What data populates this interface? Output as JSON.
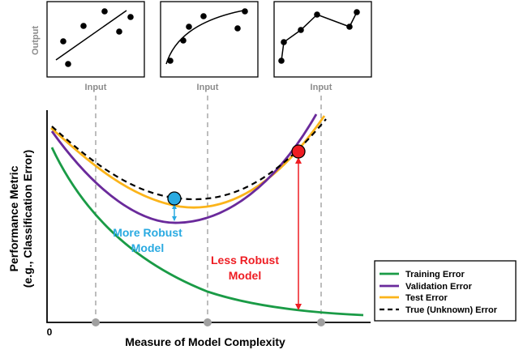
{
  "insets": {
    "y_label": "Output",
    "x_labels": [
      "Input",
      "Input",
      "Input"
    ]
  },
  "main": {
    "y_label_line1": "Performance Metric",
    "y_label_line2": "(e.g., Classification Error)",
    "x_label": "Measure of Model Complexity",
    "origin_label": "0"
  },
  "annotations": {
    "robust_line1": "More Robust",
    "robust_line2": "Model",
    "robust_color": "#29aae1",
    "less_robust_line1": "Less Robust",
    "less_robust_line2": "Model",
    "less_robust_color": "#ee1d23"
  },
  "legend": {
    "items": [
      {
        "label": "Training Error",
        "color": "#1a9b46",
        "style": "solid"
      },
      {
        "label": "Validation Error",
        "color": "#6a2a9b",
        "style": "solid"
      },
      {
        "label": "Test Error",
        "color": "#fbb41a",
        "style": "solid"
      },
      {
        "label": "True (Unknown) Error",
        "color": "#000000",
        "style": "dashed"
      }
    ]
  },
  "colors": {
    "grid_dashed": "#9a9a9a",
    "tick_marker": "#a0a0a0"
  }
}
